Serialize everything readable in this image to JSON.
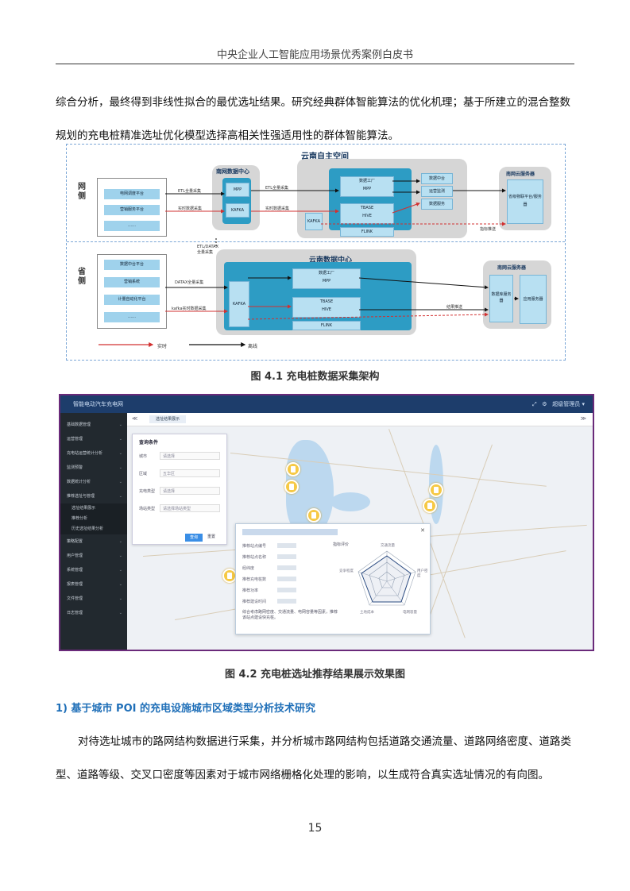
{
  "header": {
    "title": "中央企业人工智能应用场景优秀案例白皮书"
  },
  "paragraph1": "综合分析，最终得到非线性拟合的最优选址结果。研究经典群体智能算法的优化机理；基于所建立的混合整数规划的充电桩精准选址优化模型选择高相关性强适用性的群体智能算法。",
  "figure1": {
    "caption": "图 4.1  充电桩数据采集架构",
    "top_title": "云南自主空间",
    "bottom_title": "云南数据中心",
    "side_left_top": "网侧",
    "side_left_bottom": "省侧",
    "top_sources": [
      "电网调度平台",
      "营销服务平台",
      "……"
    ],
    "bottom_sources": [
      "数据中台平台",
      "营销系统",
      "计量自动化平台",
      "……"
    ],
    "top_hub": "南网数据中心",
    "hub_items": [
      "MPP",
      "KAFKA"
    ],
    "proc_top": [
      "数据工厂",
      "MPP",
      "TBASE",
      "HIVE",
      "FLINK"
    ],
    "proc_bottom": [
      "数据工厂",
      "MPP",
      "TBASE",
      "HIVE",
      "FLINK"
    ],
    "out_top": [
      "数据中台",
      "运营监测",
      "数据服务"
    ],
    "service_top": "南网云服务器",
    "service_top_item": "省级物联平台/服务器",
    "service_bottom": "南网云服务器",
    "service_bottom_items": [
      "数据库服务器",
      "应用服务器"
    ],
    "kafka_label": "KAFKA",
    "arrow_labels": [
      "ETL全量采集",
      "实时数据采集",
      "ETL全量采集",
      "实时数据采集",
      "指标推送",
      "DATAX全量采集",
      "kafka实时数据采集",
      "结果推送",
      "ETL/DATAX全量采集"
    ],
    "legend": [
      "实时",
      "离线"
    ],
    "colors": {
      "realtime": "#d23030",
      "offline": "#111111",
      "teal": "#2d9cc4",
      "light": "#b8e0f2"
    }
  },
  "figure2": {
    "caption": "图 4.2  充电桩选址推荐结果展示效果图",
    "app_title": "智能电动汽车充电网",
    "user": "超级管理员",
    "sidebar_items": [
      "基础数据管理",
      "运营管理",
      "充电站运营统计分析",
      "监测预警",
      "数据统计分析",
      "推荐选址与管理",
      "选址结果展示",
      "推荐分析",
      "历史选址结果分析",
      "策略配置",
      "用户管理",
      "系统管理",
      "报表管理",
      "文件管理",
      "日志管理"
    ],
    "tab_label": "选址结果展示",
    "panel": {
      "title": "查询条件",
      "rows": [
        {
          "label": "城市",
          "value": "请选择"
        },
        {
          "label": "区域",
          "value": "五华区"
        },
        {
          "label": "充电类型",
          "value": "请选择"
        },
        {
          "label": "场站类型",
          "value": "请选择场站类型"
        }
      ],
      "search_btn": "查询",
      "reset_btn": "重置"
    },
    "popup": {
      "rows": [
        "推荐站点编号",
        "推荐站点名称",
        "经纬度",
        "推荐充电桩数",
        "推荐功率",
        "推荐建设时间"
      ],
      "radar_title": "指标评价",
      "radar_axes": [
        "交通流量",
        "用户密度",
        "电网容量",
        "土地成本",
        "竞争程度"
      ],
      "note": "综合考虑路网密度、交通流量、电网容量等因素，推荐该站点建设快充桩。"
    }
  },
  "section": {
    "heading": "1)  基于城市 POI 的充电设施城市区域类型分析技术研究"
  },
  "paragraph2": "对待选址城市的路网结构数据进行采集，并分析城市路网结构包括道路交通流量、道路网络密度、道路类型、道路等级、交叉口密度等因素对于城市网络栅格化处理的影响，以生成符合真实选址情况的有向图。",
  "page_number": "15"
}
